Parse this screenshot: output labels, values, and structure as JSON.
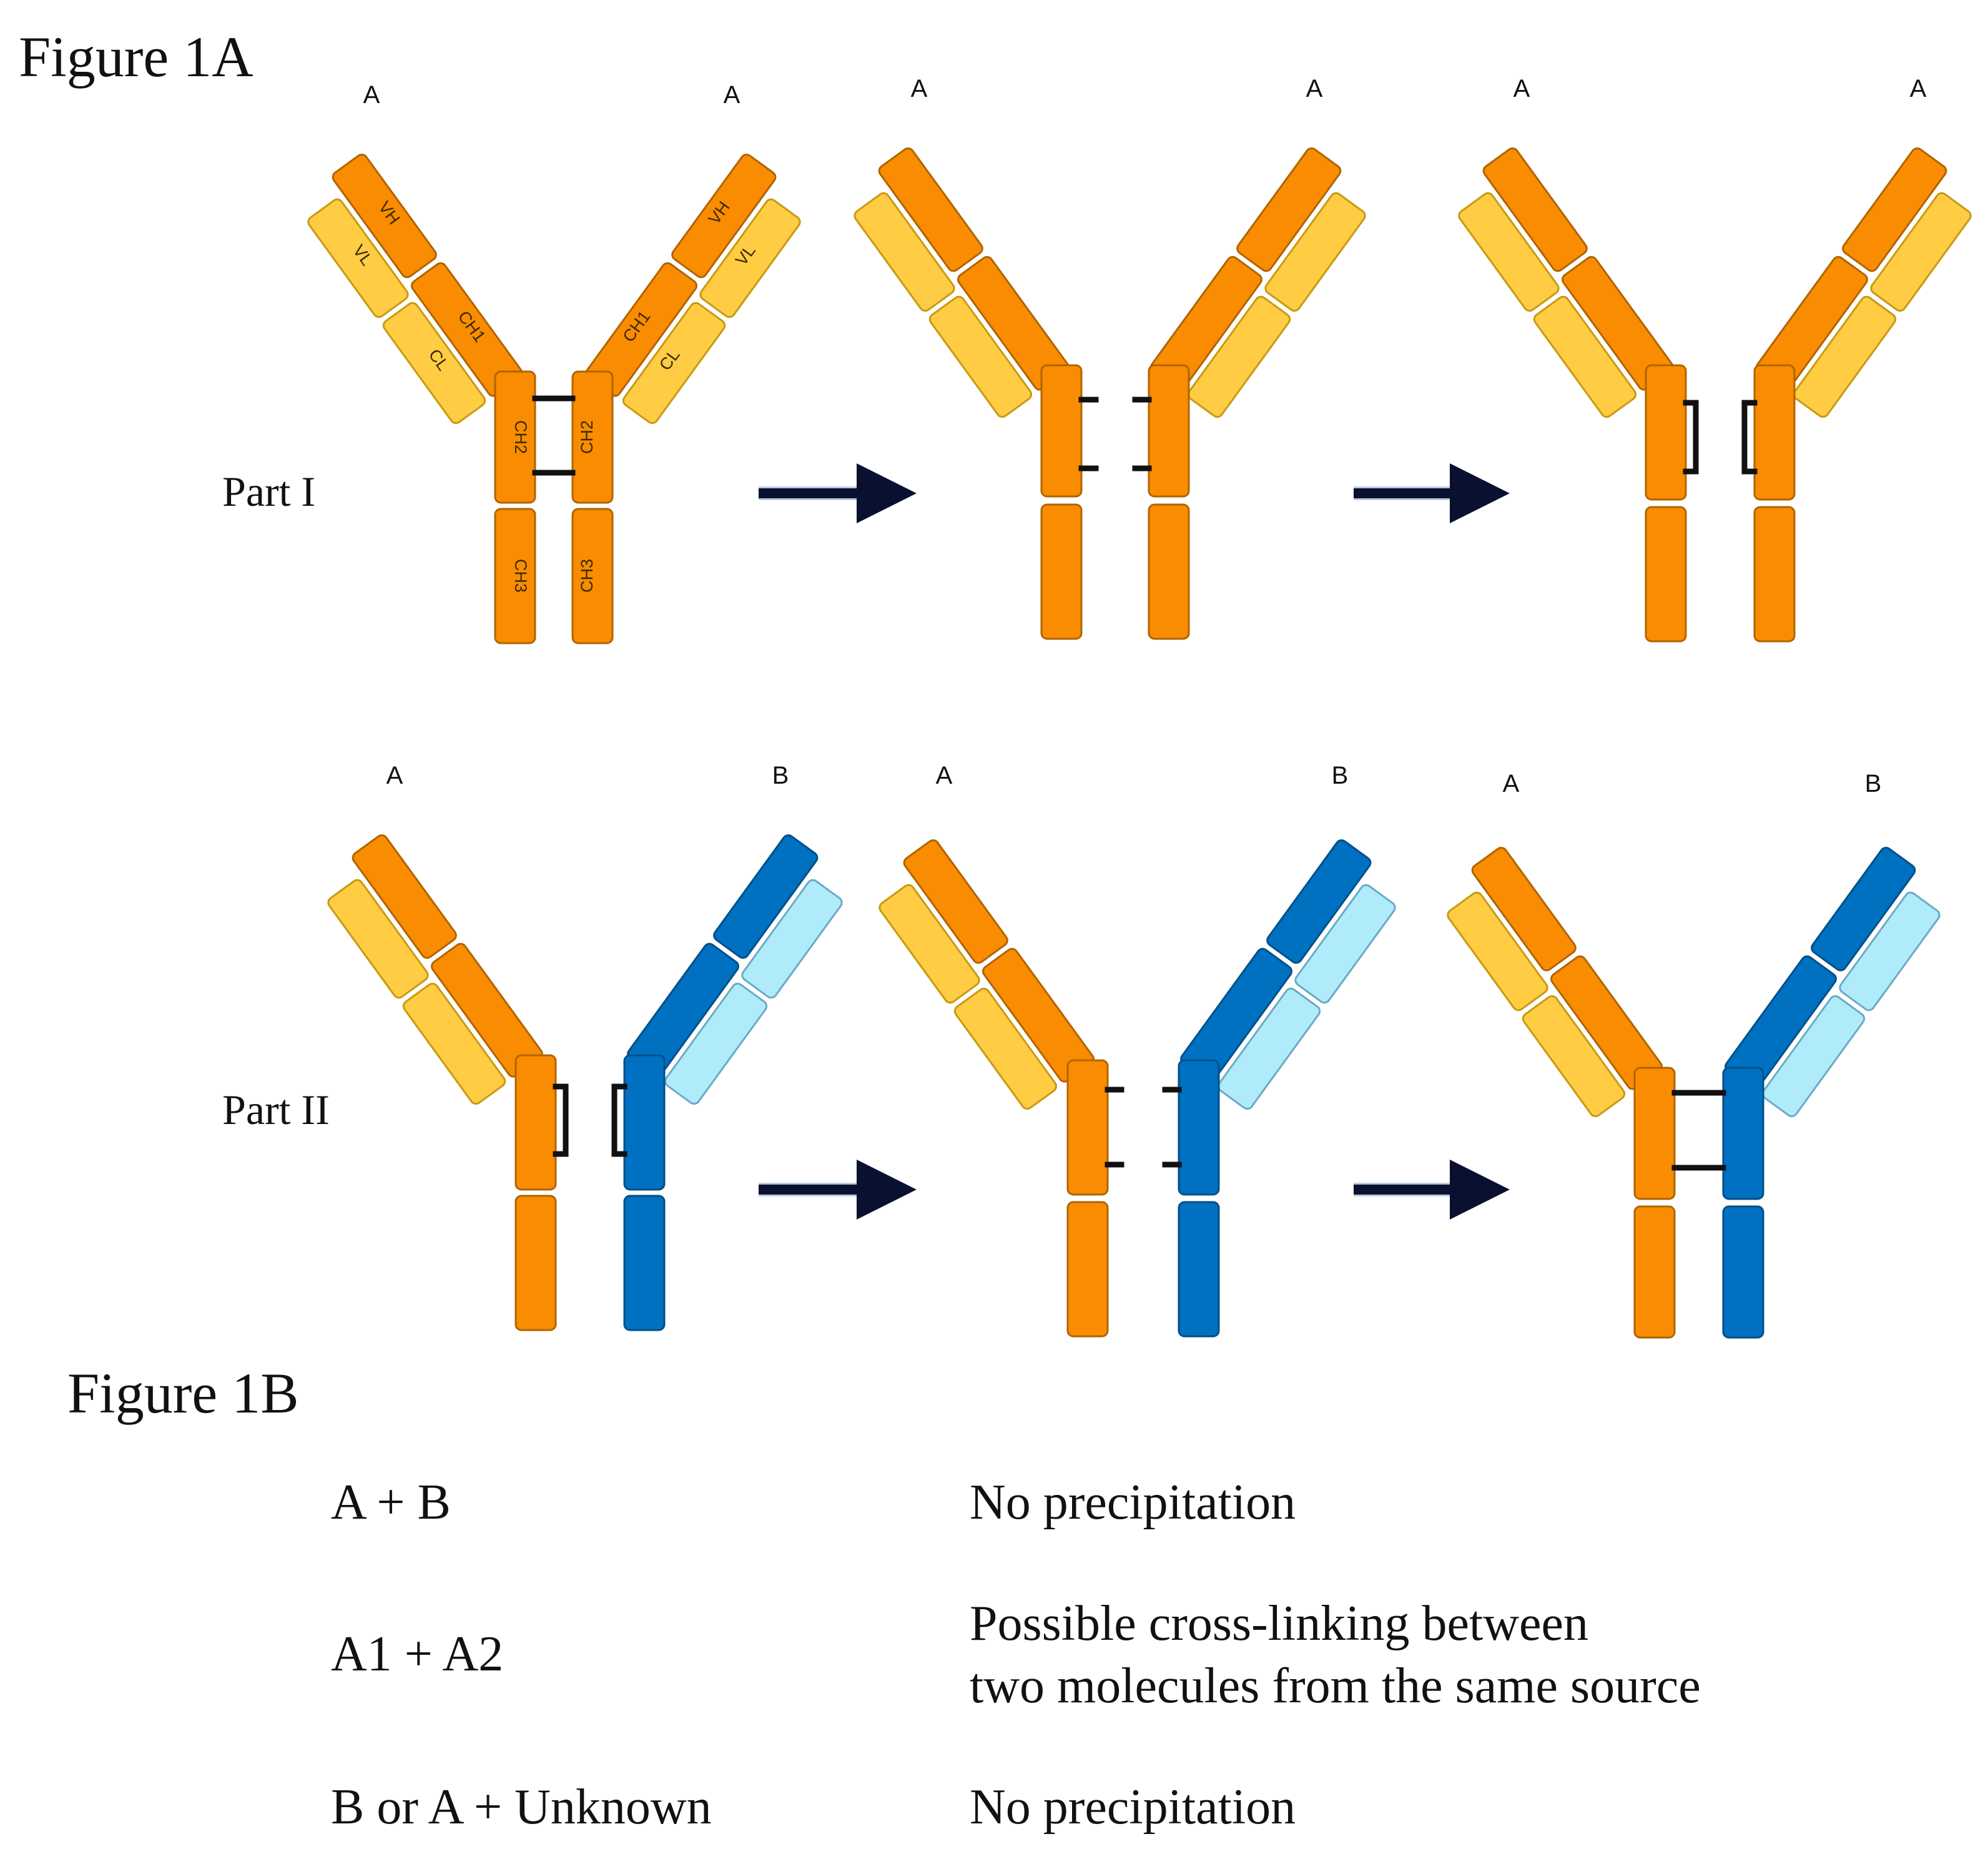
{
  "figure_a": {
    "title": "Figure 1A",
    "part_labels": [
      "Part I",
      "Part II"
    ],
    "arm_labels": {
      "a": "A",
      "b": "B"
    },
    "domain_labels": {
      "vh": "VH",
      "vl": "VL",
      "ch1": "CH1",
      "cl": "CL",
      "ch2": "CH2",
      "ch3": "CH3"
    }
  },
  "figure_b": {
    "title": "Figure 1B",
    "rows": [
      {
        "combo": "A + B",
        "result_line1": "No precipitation",
        "result_line2": ""
      },
      {
        "combo": "A1 + A2",
        "result_line1": "Possible cross-linking between",
        "result_line2": "two molecules from the same source"
      },
      {
        "combo": "B or A + Unknown",
        "result_line1": "No precipitation",
        "result_line2": ""
      }
    ]
  },
  "colors": {
    "heavy_a": "#F98C00",
    "light_a": "#FFCC44",
    "heavy_b": "#0070C0",
    "light_b": "#B0EBFA",
    "bond": "#111111",
    "arrow": "#0A1030"
  }
}
